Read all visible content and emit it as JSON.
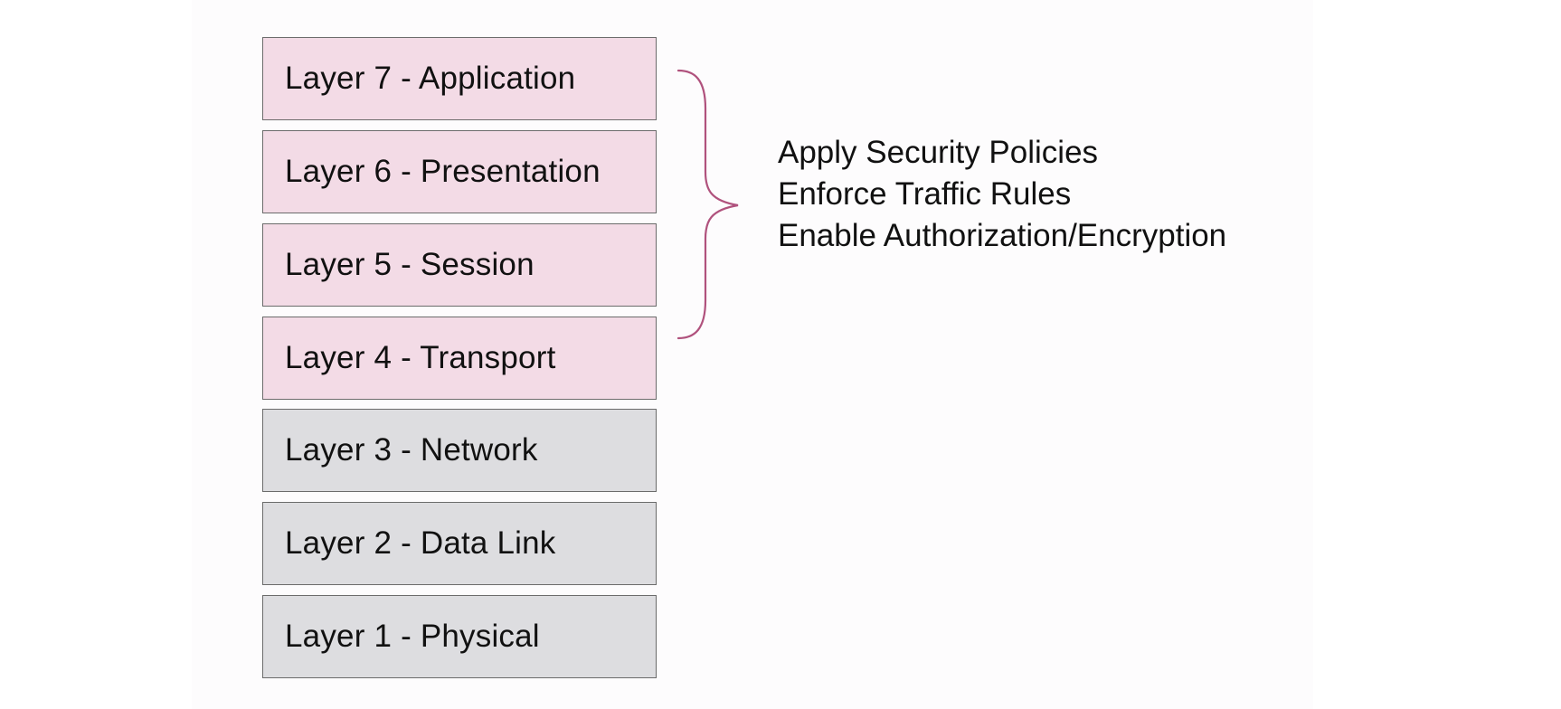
{
  "layers": [
    {
      "label": "Layer 7 - Application",
      "highlighted": true
    },
    {
      "label": "Layer 6 - Presentation",
      "highlighted": true
    },
    {
      "label": "Layer 5 - Session",
      "highlighted": true
    },
    {
      "label": "Layer 4 - Transport",
      "highlighted": true
    },
    {
      "label": "Layer 3 - Network",
      "highlighted": false
    },
    {
      "label": "Layer 2 - Data Link",
      "highlighted": false
    },
    {
      "label": "Layer 1 - Physical",
      "highlighted": false
    }
  ],
  "notes": [
    "Apply Security Policies",
    "Enforce Traffic Rules",
    "Enable Authorization/Encryption"
  ],
  "colors": {
    "highlight_fill": "#f3dbe6",
    "plain_fill": "#dddde0",
    "box_border": "#6b6b6b",
    "brace": "#b0527d",
    "text": "#111111"
  }
}
